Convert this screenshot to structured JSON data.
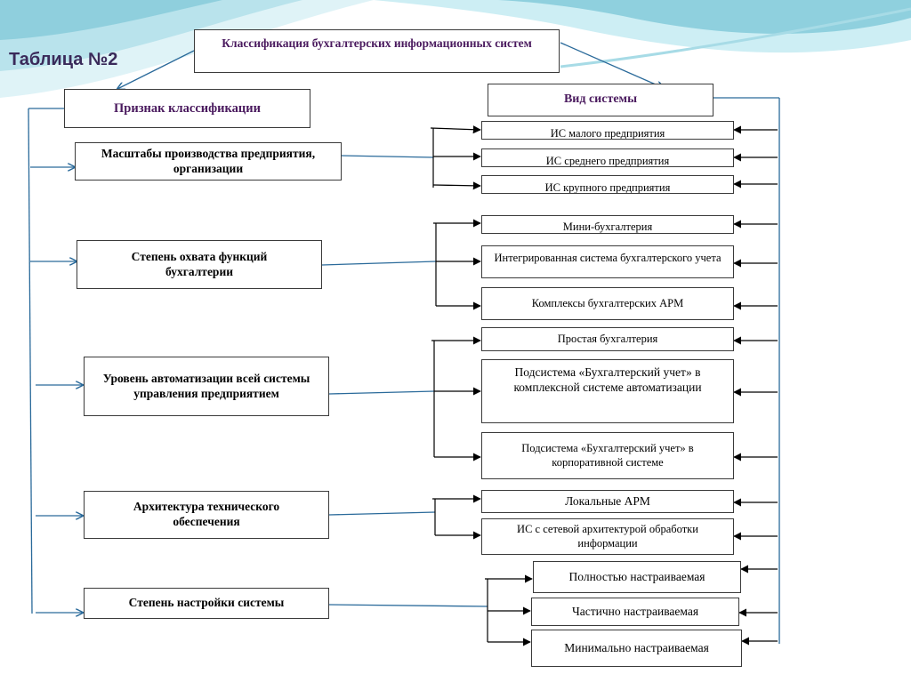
{
  "slide_title": "Таблица №2",
  "root": "Классификация бухгалтерских информационных систем",
  "left_header": "Признак классификации",
  "right_header": "Вид системы",
  "criteria": [
    "Масштабы производства предприятия, организации",
    "Степень охвата функций бухгалтерии",
    "Уровень автоматизации всей системы управления предприятием",
    "Архитектура технического обеспечения",
    "Степень настройки системы"
  ],
  "systems": [
    "ИС малого предприятия",
    "ИС среднего предприятия",
    "ИС крупного предприятия",
    "Мини-бухгалтерия",
    "Интегрированная система бухгалтерского учета",
    "Комплексы бухгалтерских АРМ",
    "Простая бухгалтерия",
    "Подсистема «Бухгалтерский учет» в комплексной системе автоматизации",
    "Подсистема «Бухгалтерский учет» в корпоративной системе",
    "Локальные АРМ",
    "ИС с сетевой архитектурой обработки информации",
    "Полностью настраиваемая",
    "Частично настраиваемая",
    "Минимально настраиваемая"
  ],
  "colors": {
    "line_blue": "#2a6a9a",
    "line_black": "#000000",
    "box_border": "#3a3a3a",
    "title_text": "#3a2a5a",
    "header_text": "#4a1a5e",
    "wave_teal": "#7ec8d8",
    "wave_light": "#cfeef4"
  }
}
